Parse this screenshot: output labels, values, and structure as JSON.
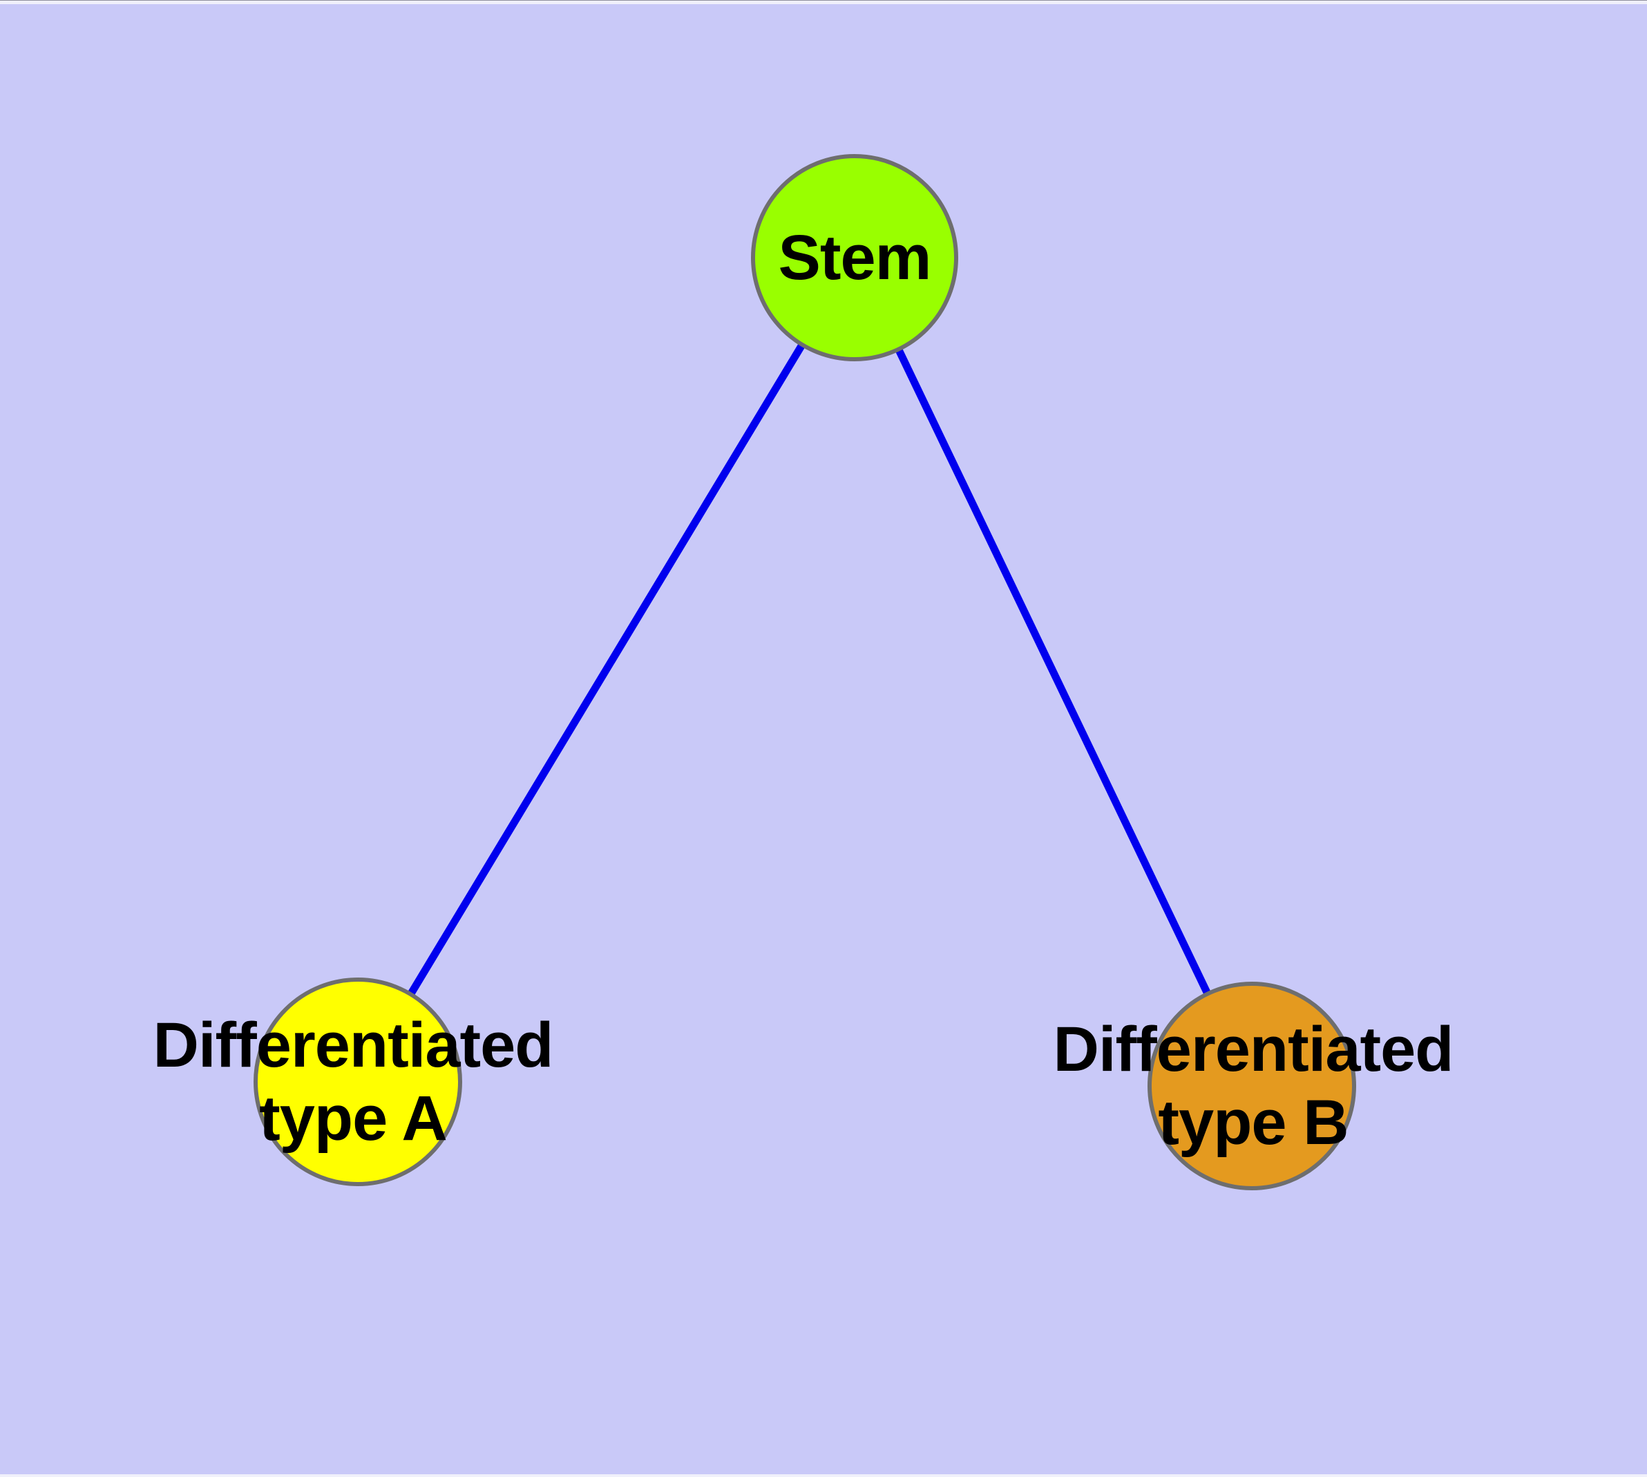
{
  "canvas": {
    "background": "#C9C9F8",
    "frame_top_line_color": "#8F8F9B",
    "frame_inset_color": "#F0F0FB",
    "node_border_color": "#6E6E6E",
    "edge_color": "#0000EE",
    "label_color": "#000000"
  },
  "nodes": [
    {
      "id": "stem",
      "label": "Stem",
      "fill": "#99FF00"
    },
    {
      "id": "differentiated-type-a",
      "label": "Differentiated\ntype A",
      "fill": "#FFFF00"
    },
    {
      "id": "differentiated-type-b",
      "label": "Differentiated\ntype B",
      "fill": "#E49A1F"
    }
  ],
  "edges": [
    {
      "from": "stem",
      "to": "differentiated-type-a"
    },
    {
      "from": "stem",
      "to": "differentiated-type-b"
    }
  ]
}
